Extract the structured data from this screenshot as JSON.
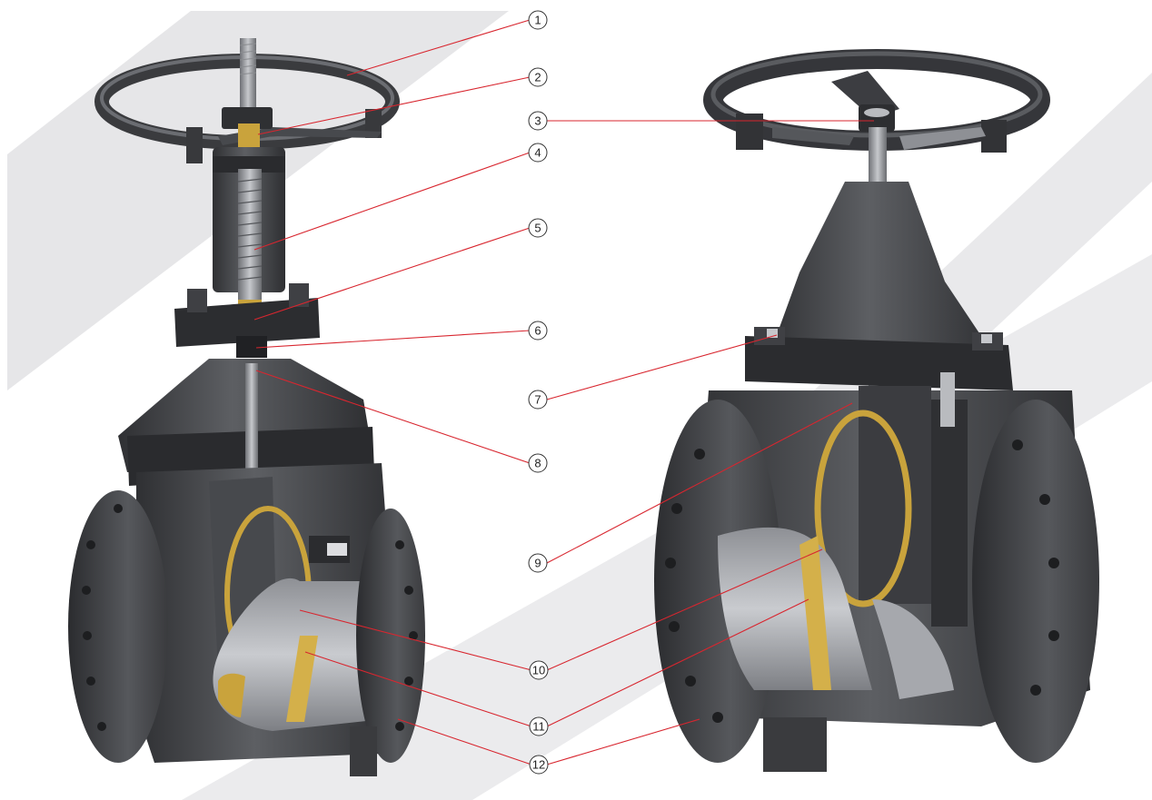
{
  "diagram": {
    "colors": {
      "background": "#ffffff",
      "band": "#e6e6e8",
      "metal_dark": "#3a3b3e",
      "metal_mid": "#5a5c60",
      "metal_light": "#8e9095",
      "bore": "#b9bbbf",
      "brass": "#c9a33c",
      "leader": "#d8262f"
    },
    "callouts": [
      {
        "id": "callout-1",
        "label": "1"
      },
      {
        "id": "callout-2",
        "label": "2"
      },
      {
        "id": "callout-3",
        "label": "3"
      },
      {
        "id": "callout-4",
        "label": "4"
      },
      {
        "id": "callout-5",
        "label": "5"
      },
      {
        "id": "callout-6",
        "label": "6"
      },
      {
        "id": "callout-7",
        "label": "7"
      },
      {
        "id": "callout-8",
        "label": "8"
      },
      {
        "id": "callout-9",
        "label": "9"
      },
      {
        "id": "callout-10",
        "label": "10"
      },
      {
        "id": "callout-11",
        "label": "11"
      },
      {
        "id": "callout-12",
        "label": "12"
      }
    ]
  }
}
